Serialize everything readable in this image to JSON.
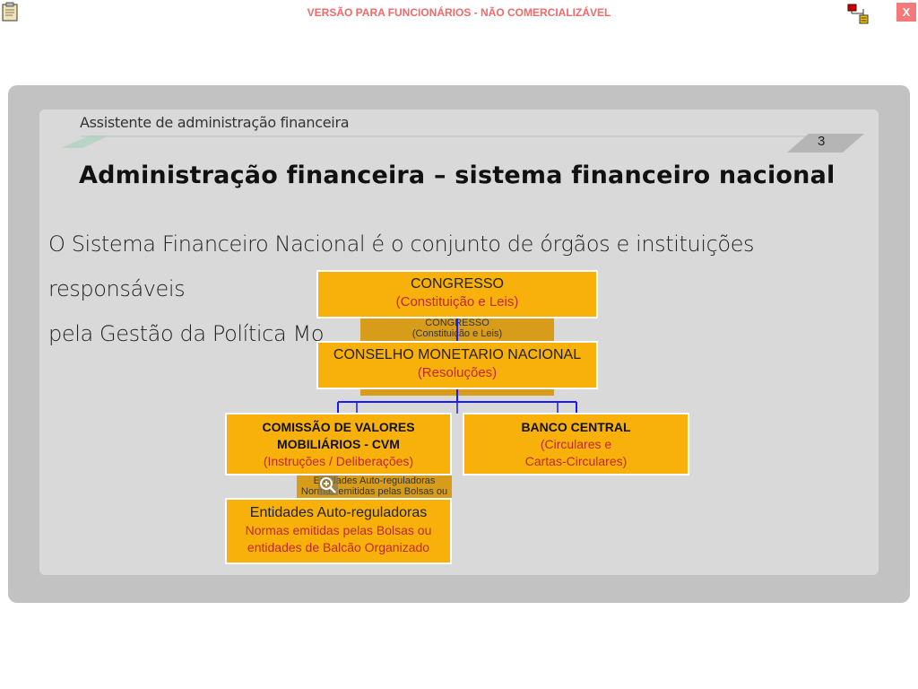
{
  "topbar": {
    "banner": "VERSÃO PARA FUNCIONÁRIOS - NÃO COMERCIALIZÁVEL",
    "close_label": "X",
    "icons": [
      "clipboard-icon",
      "network-icon"
    ]
  },
  "slide": {
    "header_label": "Assistente de administração financeira",
    "page_number": "3",
    "title": "Administração financeira – sistema financeiro nacional",
    "body_line1": "O Sistema Financeiro Nacional é o conjunto de órgãos e instituições responsáveis",
    "body_line2": "pela Gestão da Política Mo"
  },
  "org_chart": {
    "congresso": {
      "title": "CONGRESSO",
      "sub": "(Constituição e Leis)"
    },
    "cmn": {
      "title": "CONSELHO MONETARIO NACIONAL",
      "sub": "(Resoluções)"
    },
    "cvm": {
      "line1": "COMISSÃO DE VALORES",
      "line2": "MOBILIÁRIOS - CVM",
      "sub": "(Instruções / Deliberações)"
    },
    "bc": {
      "title": "BANCO CENTRAL",
      "sub1": "(Circulares e",
      "sub2": "Cartas-Circulares)"
    },
    "entidades": {
      "title": "Entidades Auto-reguladoras",
      "sub1": "Normas emitidas pelas Bolsas ou",
      "sub2": "entidades de Balcão Organizado"
    },
    "ghost_congresso": {
      "line1": "CONGRESSO",
      "line2": "(Constituição e Leis)"
    },
    "ghost_entidades": {
      "line1": "Entidades Auto-reguladoras",
      "line2": "Normas emitidas pelas Bolsas ou"
    }
  },
  "colors": {
    "box_fill": "#f8b10a",
    "connector": "#1a1aff",
    "sub_text": "#c1272d",
    "banner": "#f06a6a"
  }
}
